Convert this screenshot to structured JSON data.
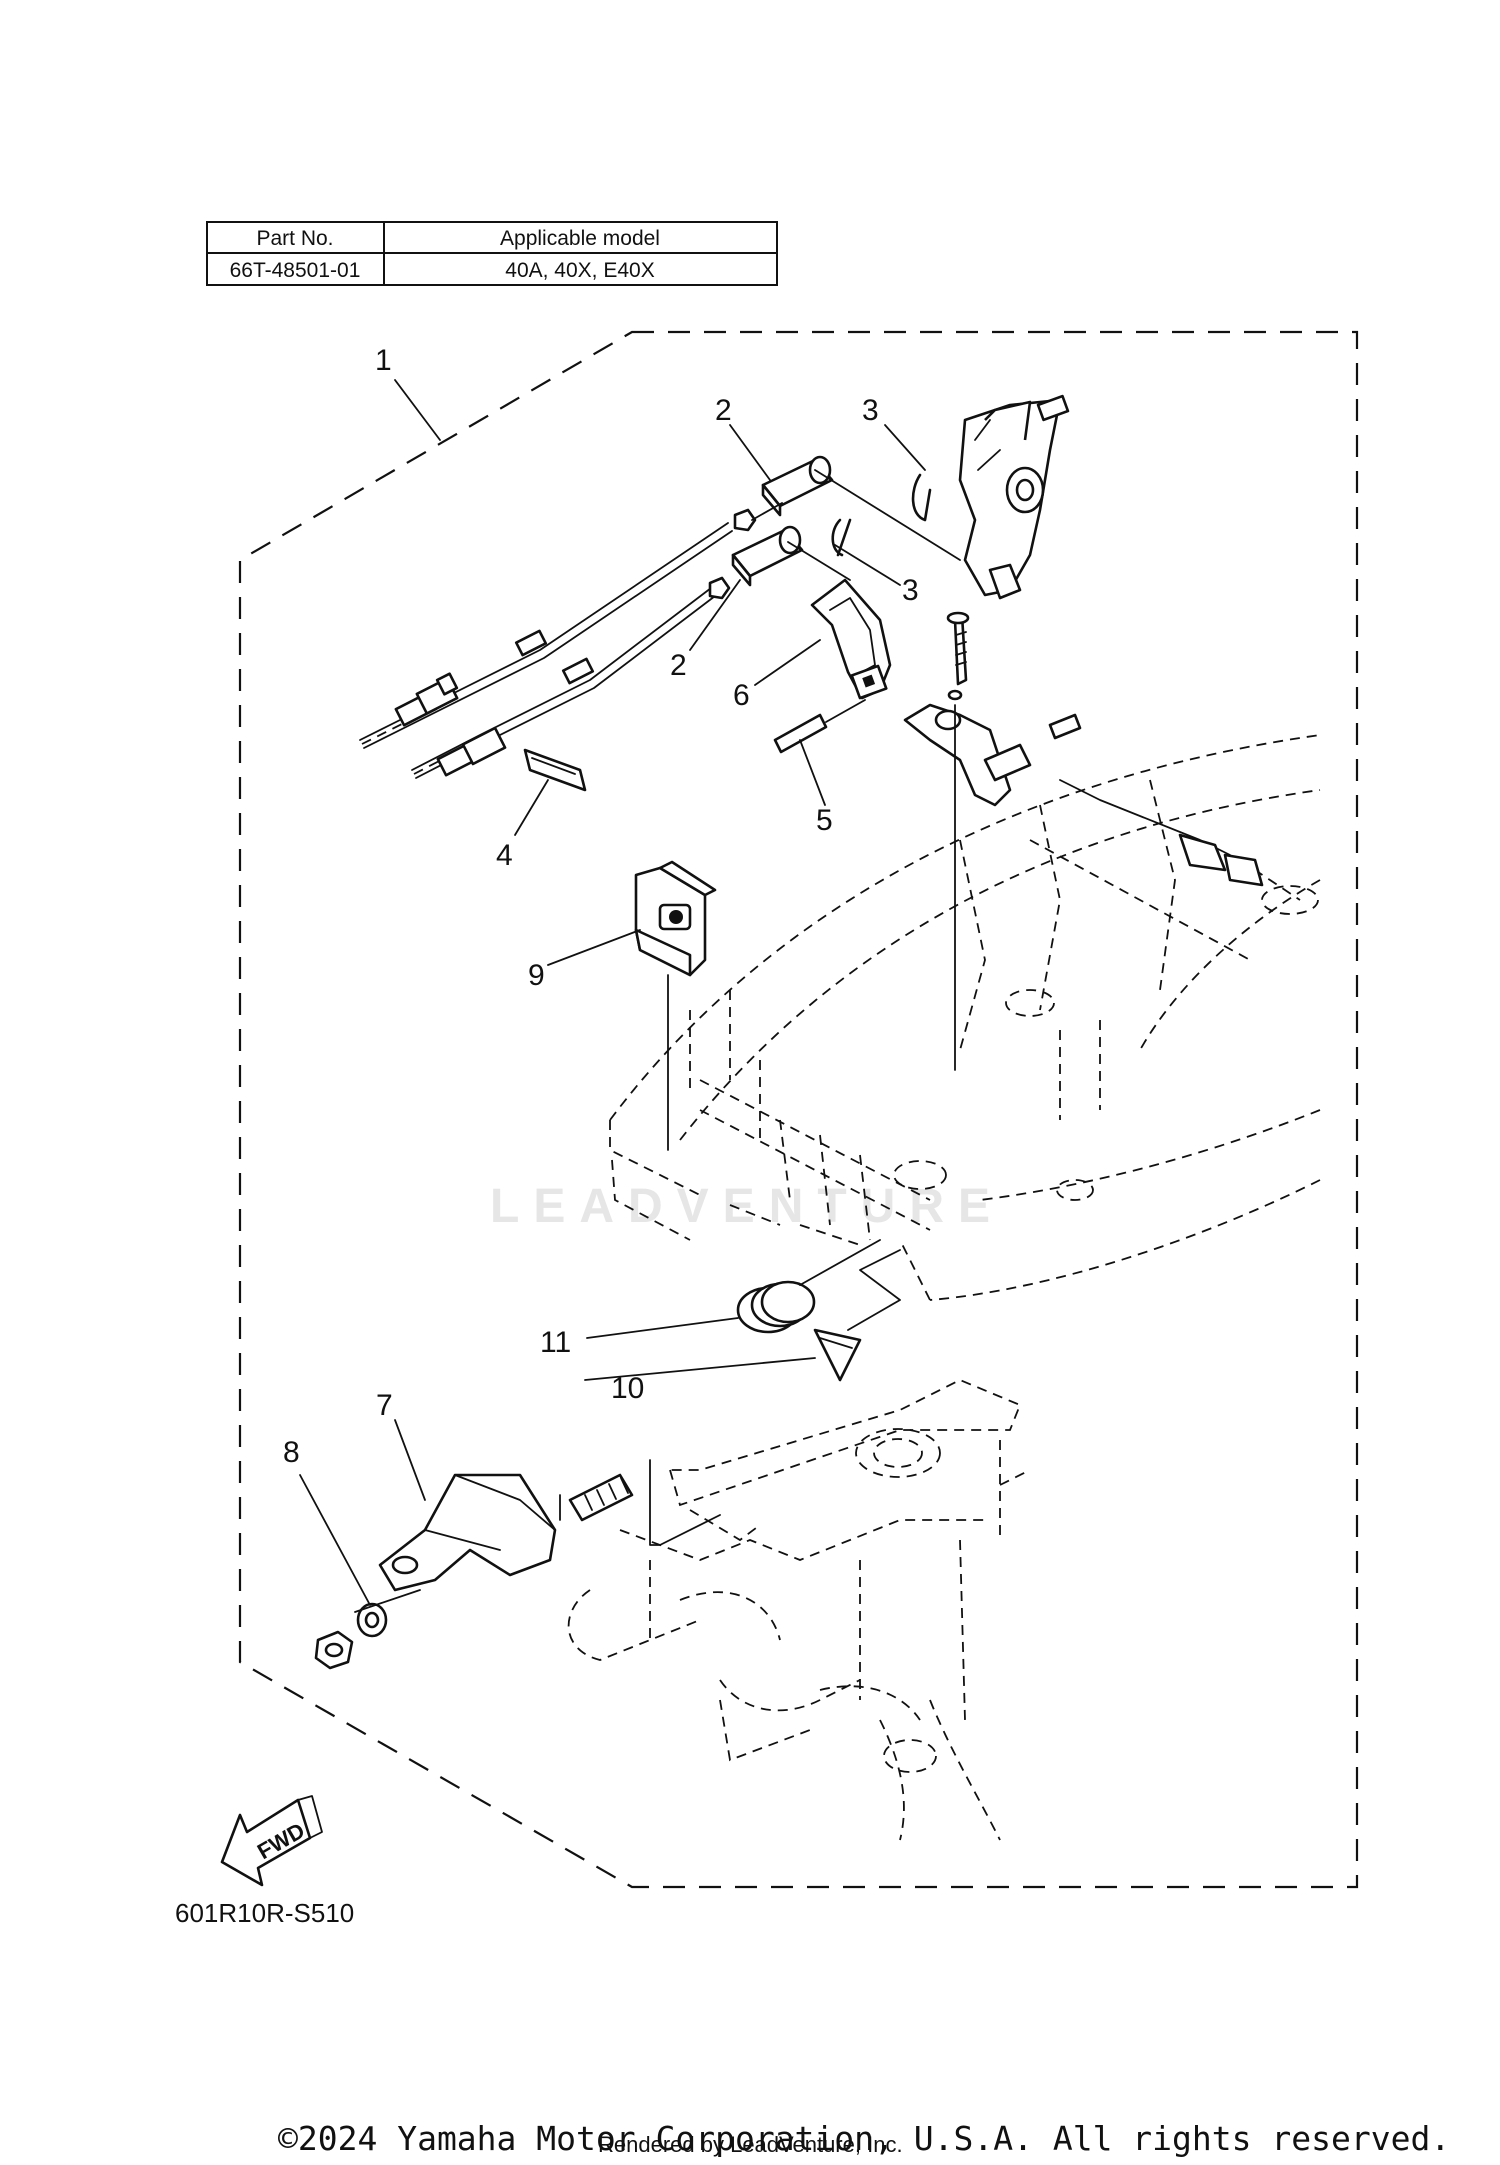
{
  "table": {
    "headers": [
      "Part No.",
      "Applicable model"
    ],
    "rows": [
      [
        "66T-48501-01",
        "40A, 40X, E40X"
      ]
    ]
  },
  "callouts": {
    "c1": "1",
    "c2a": "2",
    "c2b": "2",
    "c3a": "3",
    "c3b": "3",
    "c4": "4",
    "c5": "5",
    "c6": "6",
    "c7": "7",
    "c8": "8",
    "c9": "9",
    "c10": "10",
    "c11": "11"
  },
  "fwd_label": "FWD",
  "figure_code": "601R10R-S510",
  "watermark": "LEADVENTURE",
  "copyright": "©2024 Yamaha Motor Corporation, U.S.A. All rights reserved.",
  "rendered_by": "Rendered by LeadVenture, Inc."
}
